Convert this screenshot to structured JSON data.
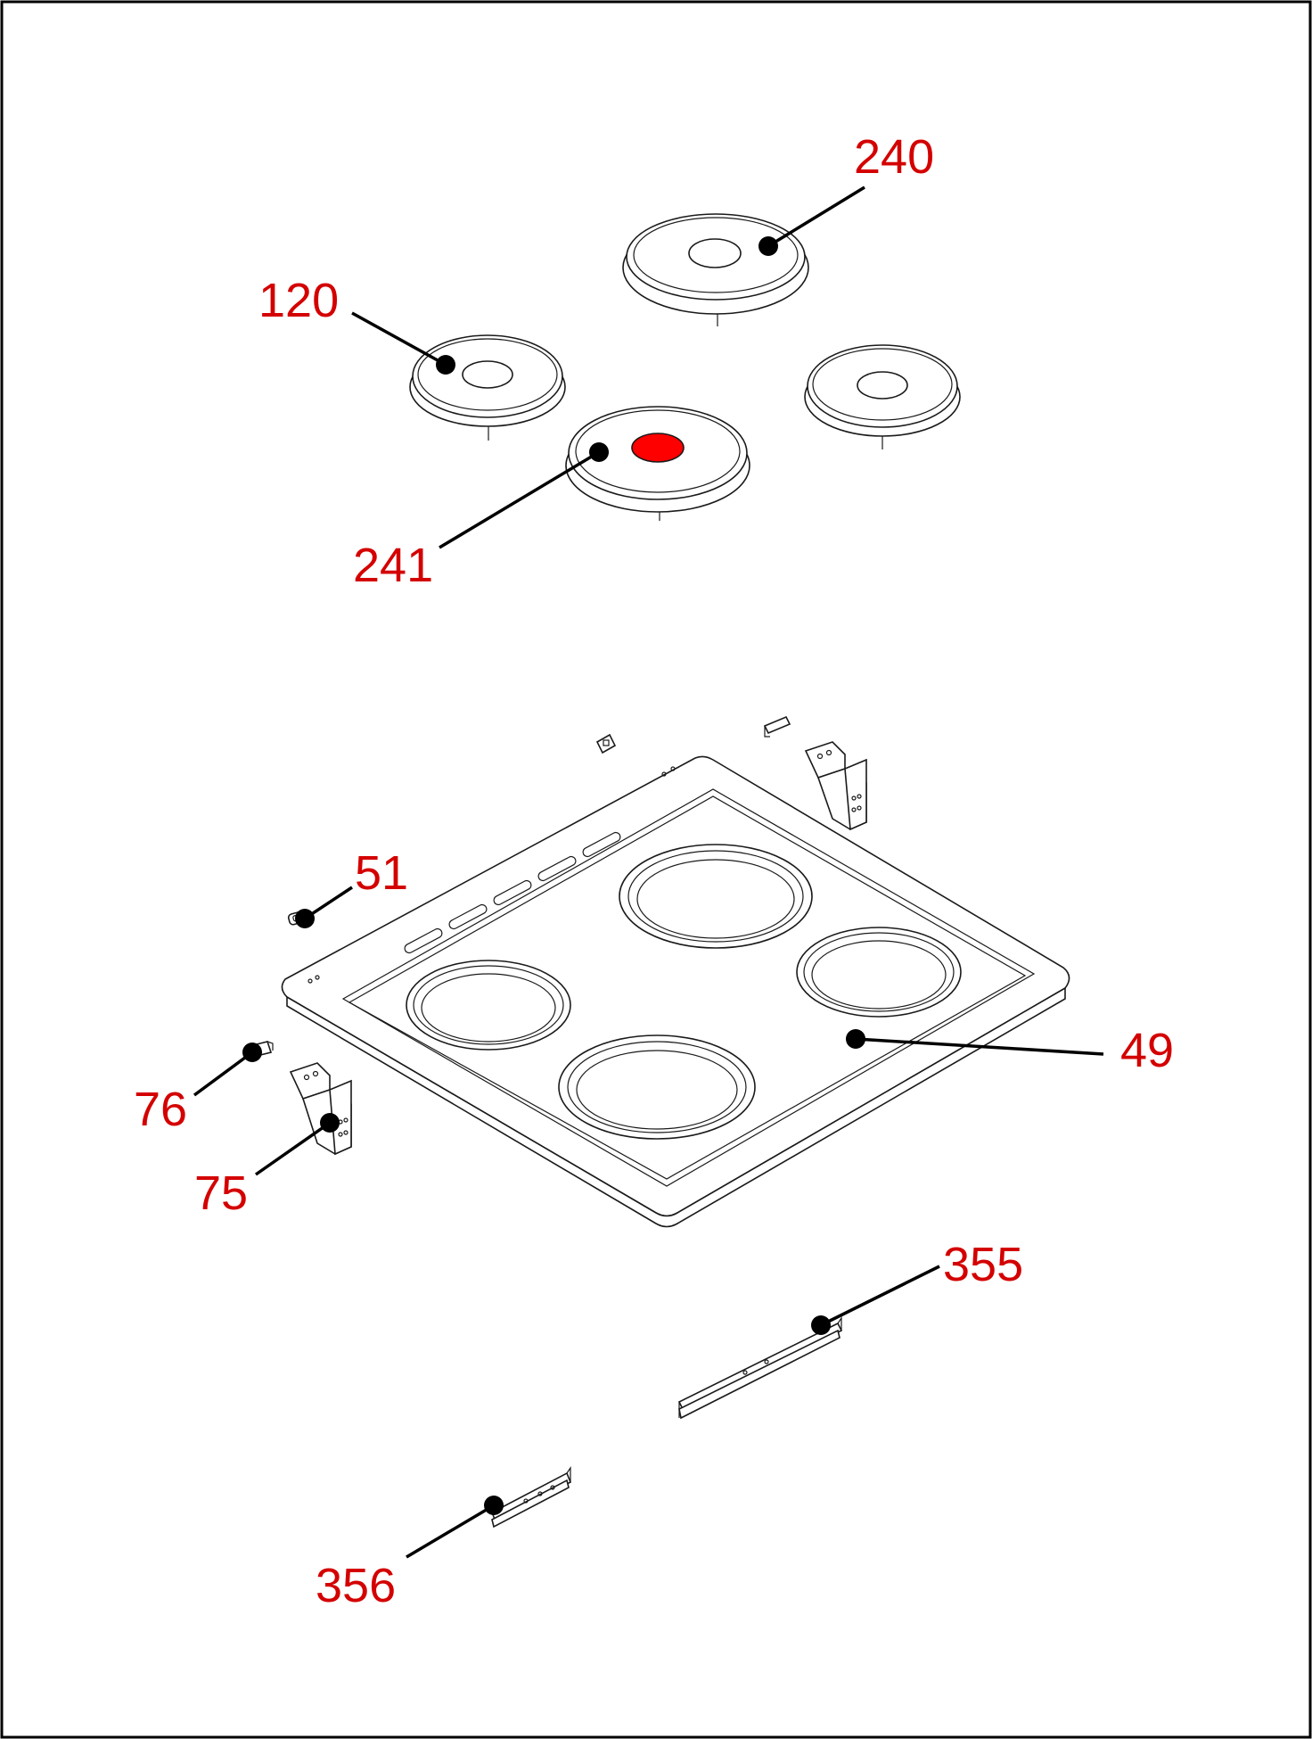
{
  "diagram": {
    "accent_color": "#d40000",
    "highlight_color": "#ff0000",
    "callouts": [
      {
        "id": "240",
        "label": "240",
        "part": "large rear hotplate"
      },
      {
        "id": "120",
        "label": "120",
        "part": "small left hotplate"
      },
      {
        "id": "241",
        "label": "241",
        "part": "front hotplate"
      },
      {
        "id": "51",
        "label": "51",
        "part": "clip"
      },
      {
        "id": "49",
        "label": "49",
        "part": "hob top panel"
      },
      {
        "id": "76",
        "label": "76",
        "part": "small clip"
      },
      {
        "id": "75",
        "label": "75",
        "part": "mounting bracket"
      },
      {
        "id": "355",
        "label": "355",
        "part": "rear rail"
      },
      {
        "id": "356",
        "label": "356",
        "part": "front rail"
      }
    ]
  }
}
